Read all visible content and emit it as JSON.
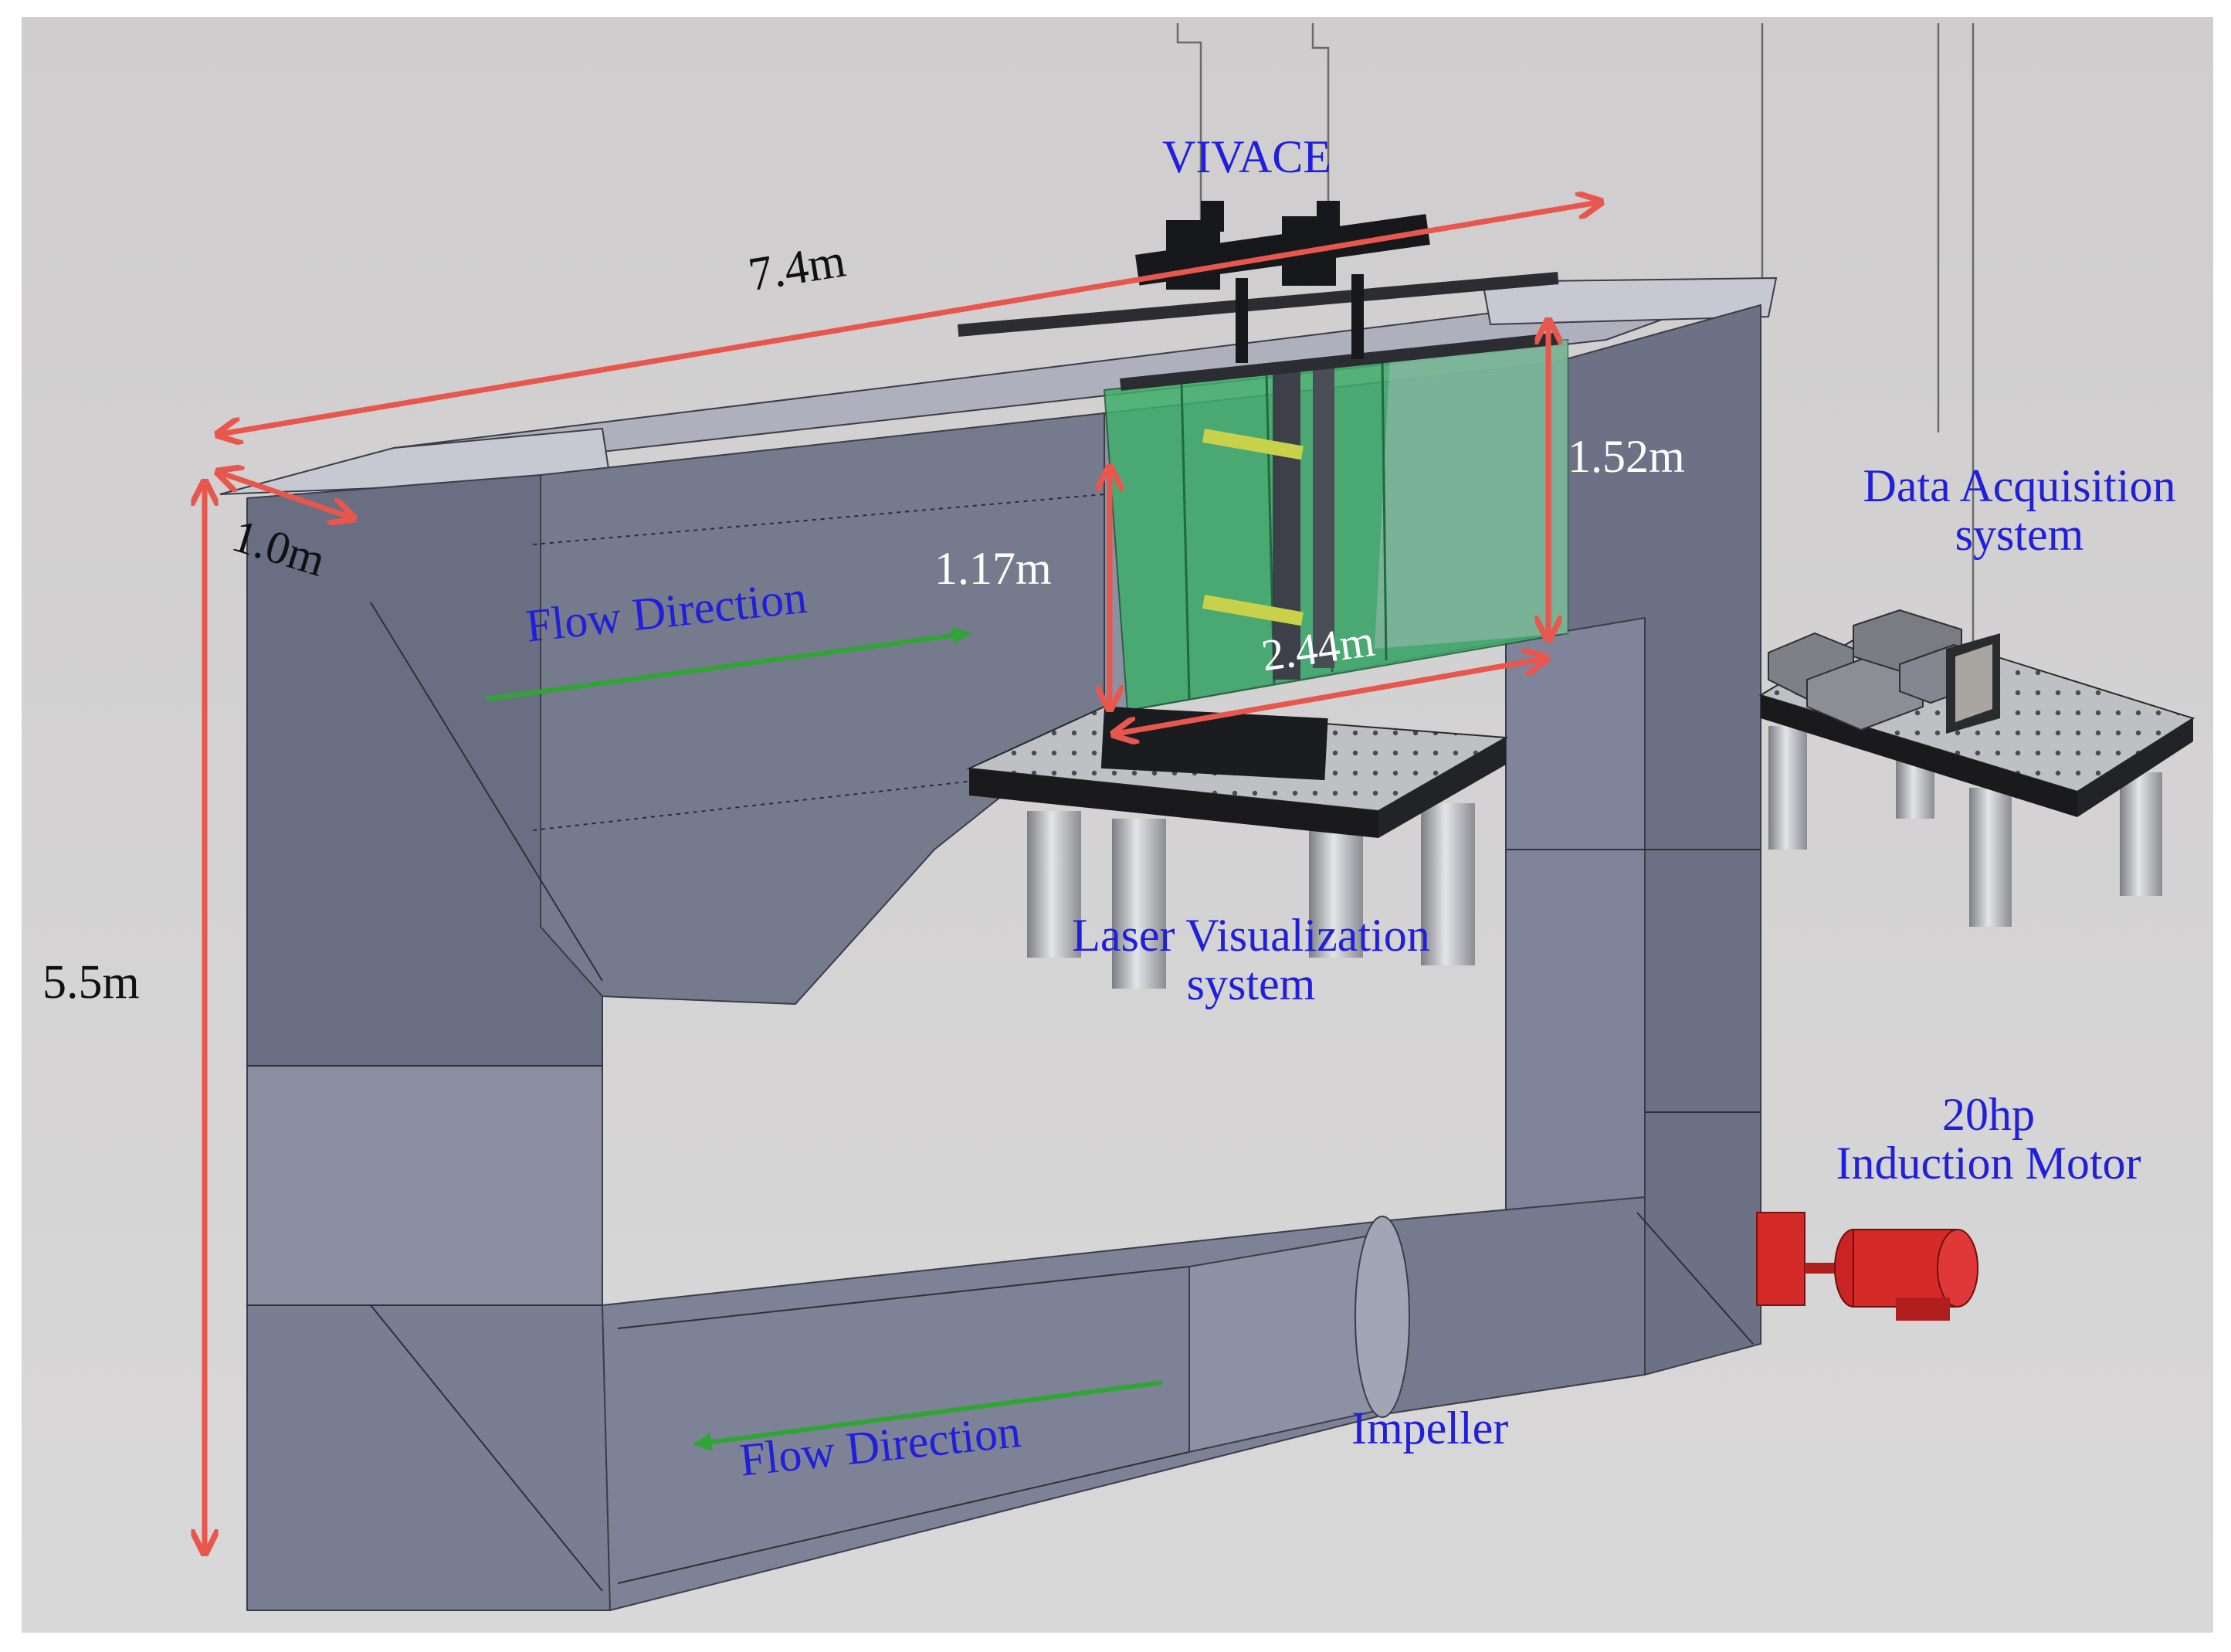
{
  "labels": {
    "vivace": "VIVACE",
    "dim_length": "7.4m",
    "dim_width": "1.0m",
    "dim_height": "5.5m",
    "dim_test_height": "1.52m",
    "dim_water_depth": "1.17m",
    "dim_test_length": "2.44m",
    "flow_upper": "Flow Direction",
    "flow_lower": "Flow Direction",
    "daq_line1": "Data Acquisition",
    "daq_line2": "system",
    "laser_line1": "Laser Visualization",
    "laser_line2": "system",
    "motor_line1": "20hp",
    "motor_line2": "Induction Motor",
    "impeller": "Impeller"
  },
  "colors": {
    "background": "#d1d0d0",
    "tunnel_body": "#6f7386",
    "tunnel_light": "#8a8d9e",
    "test_section": "#3fae6a",
    "dimension_arrow": "#e8574d",
    "flow_arrow": "#2fa534",
    "label_blue": "#1f1fdc",
    "motor": "#d42a28"
  },
  "icons": [
    "dimension-arrow",
    "flow-arrow",
    "optical-table",
    "induction-motor",
    "impeller"
  ]
}
